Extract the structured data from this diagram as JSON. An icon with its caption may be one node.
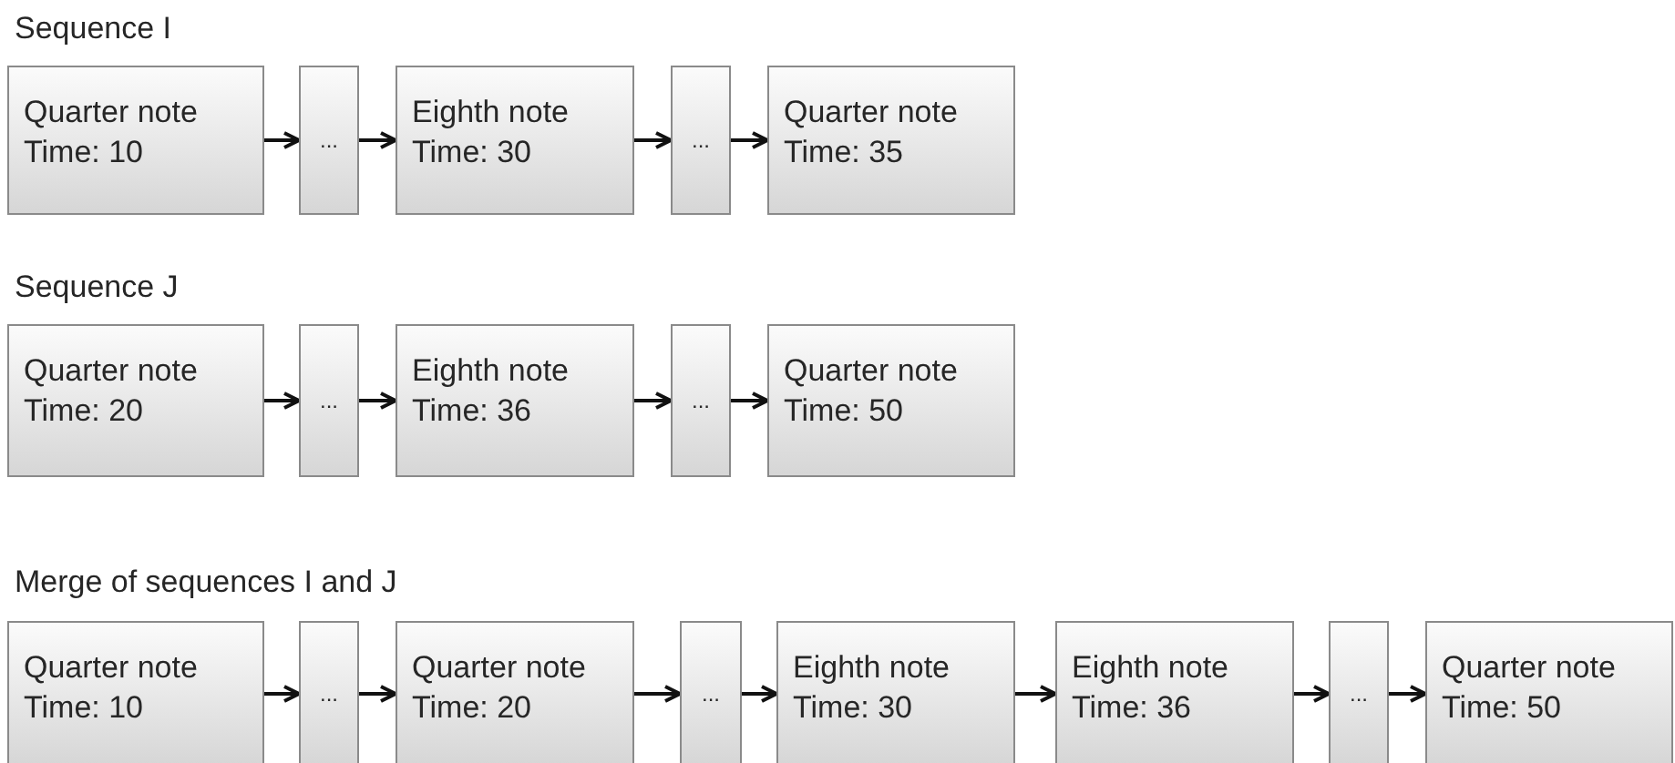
{
  "diagram": {
    "nodes": [
      {
        "text": [
          "Quarter note",
          "Time: 10"
        ]
      },
      {
        "text": [
          "..."
        ]
      },
      {
        "text": [
          "Eighth note",
          "Time: 30"
        ]
      },
      {
        "text": [
          "..."
        ]
      },
      {
        "text": [
          "Quarter note",
          "Time: 35"
        ]
      },
      {
        "text": [
          "Quarter note",
          "Time: 20"
        ]
      },
      {
        "text": [
          "..."
        ]
      },
      {
        "text": [
          "Eighth note",
          "Time: 36"
        ]
      },
      {
        "text": [
          "..."
        ]
      },
      {
        "text": [
          "Quarter note",
          "Time: 50"
        ]
      },
      {
        "text": [
          "Quarter note",
          "Time: 10"
        ]
      },
      {
        "text": [
          "..."
        ]
      },
      {
        "text": [
          "Quarter note",
          "Time: 20"
        ]
      },
      {
        "text": [
          "..."
        ]
      },
      {
        "text": [
          "Eighth note",
          "Time: 30"
        ]
      },
      {
        "text": [
          "Eighth note",
          "Time: 36"
        ]
      },
      {
        "text": [
          "..."
        ]
      },
      {
        "text": [
          "Quarter note",
          "Time: 50"
        ]
      }
    ],
    "edges": [
      {
        "from": 0,
        "to": 1,
        "arrow": "to"
      },
      {
        "from": 1,
        "to": 2,
        "arrow": "to"
      },
      {
        "from": 2,
        "to": 3,
        "arrow": "to"
      },
      {
        "from": 3,
        "to": 4,
        "arrow": "to"
      },
      {
        "from": 5,
        "to": 6,
        "arrow": "to"
      },
      {
        "from": 6,
        "to": 7,
        "arrow": "to"
      },
      {
        "from": 7,
        "to": 8,
        "arrow": "to"
      },
      {
        "from": 8,
        "to": 9,
        "arrow": "to"
      },
      {
        "from": 10,
        "to": 11,
        "arrow": "to"
      },
      {
        "from": 11,
        "to": 12,
        "arrow": "to"
      },
      {
        "from": 12,
        "to": 13,
        "arrow": "to"
      },
      {
        "from": 13,
        "to": 14,
        "arrow": "to"
      },
      {
        "from": 14,
        "to": 15,
        "arrow": "to"
      },
      {
        "from": 15,
        "to": 16,
        "arrow": "to"
      },
      {
        "from": 16,
        "to": 17,
        "arrow": "to"
      }
    ],
    "labels": [
      "Sequence I",
      "Sequence J",
      "Merge of sequences I and J"
    ]
  }
}
